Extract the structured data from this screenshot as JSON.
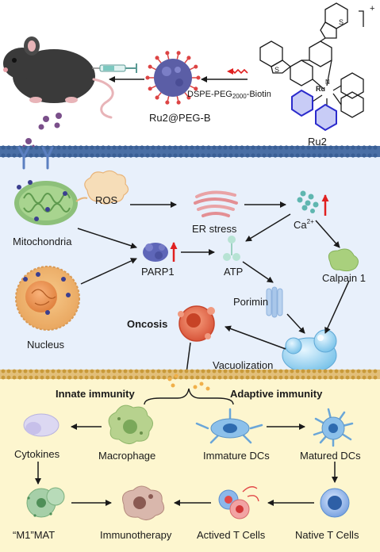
{
  "top": {
    "nanoparticle_label": "Ru2@PEG-B",
    "compound_label": "Ru2",
    "charge": "+",
    "ru_atom": "Ru",
    "sulfur_atom": "S",
    "nitrogen_atom": "N",
    "linker": {
      "prefix": "DSPE-PEG",
      "subscript": "2000",
      "suffix": "-Biotin"
    }
  },
  "cell": {
    "mitochondria": "Mitochondria",
    "ros": "ROS",
    "er_stress": "ER stress",
    "calcium": {
      "base": "Ca",
      "sup": "2+"
    },
    "nucleus": "Nucleus",
    "parp1": "PARP1",
    "atp": "ATP",
    "calpain": "Calpain 1",
    "porimin": "Porimin",
    "oncosis": "Oncosis",
    "vacuolization": "Vacuolization"
  },
  "immune": {
    "innate": "Innate immunity",
    "adaptive": "Adaptive immunity",
    "cytokines": "Cytokines",
    "macrophage": "Macrophage",
    "immature_dcs": "Immature DCs",
    "matured_dcs": "Matured DCs",
    "m1_mat": "“M1”MAT",
    "immunotherapy": "Immunotherapy",
    "actived_t": "Actived T Cells",
    "native_t": "Native T Cells"
  },
  "colors": {
    "cell_bg": "#e8f0fb",
    "membrane": "#4a6fa5",
    "immune_bg": "#fdf6cf",
    "immune_membrane": "#c99a3a",
    "up_arrow": "#e02020",
    "particle": "#5b5ea6"
  }
}
